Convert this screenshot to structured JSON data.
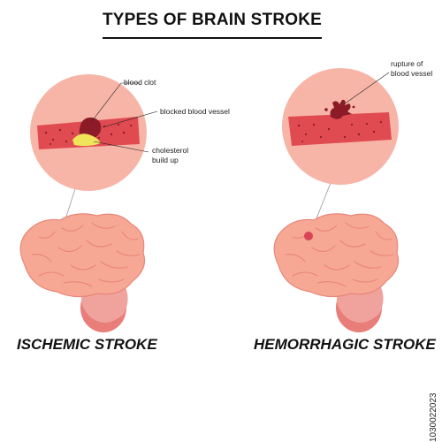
{
  "title": "TYPES OF BRAIN STROKE",
  "ischemic": {
    "name": "ISCHEMIC STROKE",
    "callouts": {
      "clot": "blood clot",
      "blocked": "blocked blood vessel",
      "cholesterol_line1": "cholesterol",
      "cholesterol_line2": "build up"
    }
  },
  "hemorrhagic": {
    "name": "HEMORRHAGIC STROKE",
    "callouts": {
      "rupture_line1": "rupture of",
      "rupture_line2": "blood vessel"
    }
  },
  "stock_id": "1030022023",
  "colors": {
    "zoom_circle": "#f7b5a8",
    "vessel": "#e04b52",
    "blood_dot": "#8e1b2a",
    "plaque": "#f0e45a",
    "brain": "#f7a894",
    "brain_outline": "#e8867a",
    "cerebellum": "#e87d7a"
  }
}
